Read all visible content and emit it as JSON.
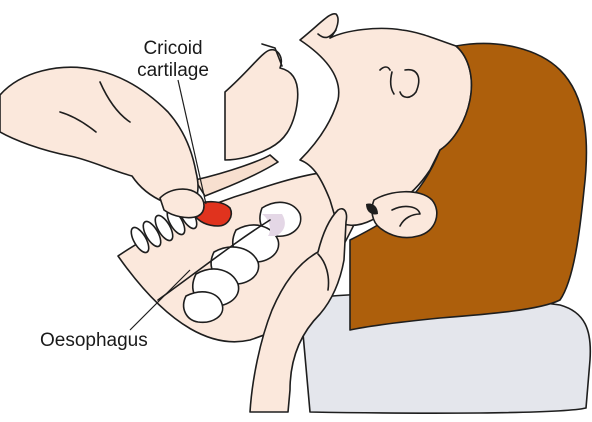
{
  "labels": {
    "cricoid_line1": "Cricoid",
    "cricoid_line2": "cartilage",
    "oesophagus": "Oesophagus"
  },
  "colors": {
    "skin": "#fbe8dc",
    "inner_skin": "#f7dfcf",
    "hair": "#ad5f0c",
    "cricoid": "#e0331e",
    "vertebra_fill": "#ffffff",
    "vertebra_shadow": "#e4d7e6",
    "pillow": "#e4e6ec",
    "outline": "#1e1e1e"
  }
}
